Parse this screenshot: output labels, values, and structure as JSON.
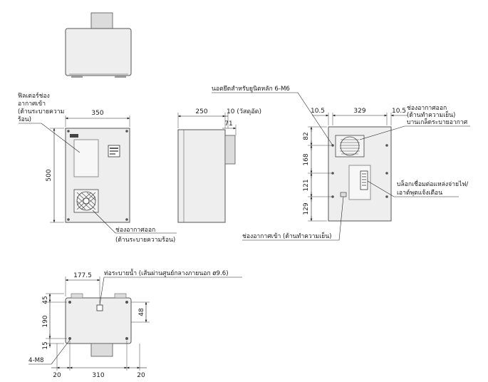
{
  "dimensions": {
    "front_width": "350",
    "front_height": "500",
    "side_depth": "250",
    "protrusion": "10 (วัสดุอัด)",
    "flange": "71",
    "back_margin_left": "10.5",
    "back_span": "329",
    "back_margin_right": "10.5",
    "back_v1": "82",
    "back_v2": "168",
    "back_v3": "121",
    "back_v4": "129",
    "bottom_offset": "177.5",
    "bottom_v1": "45",
    "bottom_v2": "190",
    "bottom_v3": "15",
    "bottom_right": "48",
    "bottom_left": "20",
    "bottom_span": "310",
    "bottom_right_margin": "20"
  },
  "labels": {
    "filter_line1": "ฟิลเตอร์ช่อง",
    "filter_line2": "อากาศเข้า",
    "filter_line3": "(ด้านระบายความ",
    "filter_line4": "ร้อน)",
    "exhaust_hot_line1": "ช่องอากาศออก",
    "exhaust_hot_line2": "(ด้านระบายความร้อน)",
    "mount_nut": "นอตยึดสำหรับยูนิตหลัก 6-M6",
    "exhaust_cold_line1": "ช่องอากาศออก",
    "exhaust_cold_line2": "(ด้านทำความเย็น)",
    "exhaust_cold_line3": "บานเกล็ดระบายอากาศ",
    "terminal_line1": "บล็อกเชื่อมต่อแหล่งจ่ายไฟ/",
    "terminal_line2": "เอาต์พุตแจ้งเตือน",
    "intake_cold": "ช่องอากาศเข้า (ด้านทำความเย็น)",
    "drain": "ท่อระบายน้ำ (เส้นผ่านศูนย์กลางภายนอก ø9.6)",
    "bolts": "4-M8"
  }
}
